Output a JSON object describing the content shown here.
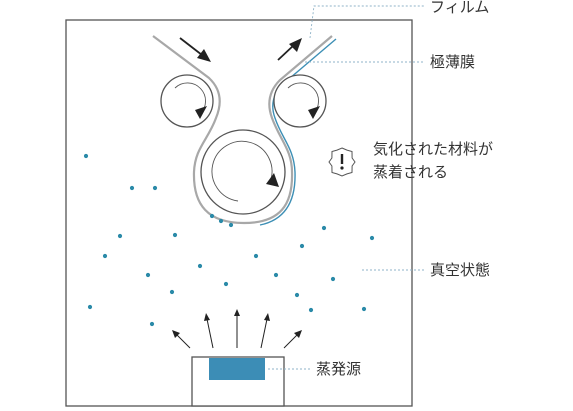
{
  "labels": {
    "film": "フィルム",
    "thin_film": "極薄膜",
    "vaporized_line1": "気化された材料が",
    "vaporized_line2": "蒸着される",
    "vacuum": "真空状態",
    "source": "蒸発源"
  },
  "icons": {
    "warning": "exclamation-badge-icon",
    "flow": "arrow-icon"
  },
  "colors": {
    "chamber": "#555555",
    "film": "#a8a8a8",
    "coating": "#3d8fb5",
    "particle": "#2a8aa8",
    "source_fill": "#3c8db6",
    "leader": "#8fb3c8",
    "text": "#333333"
  }
}
